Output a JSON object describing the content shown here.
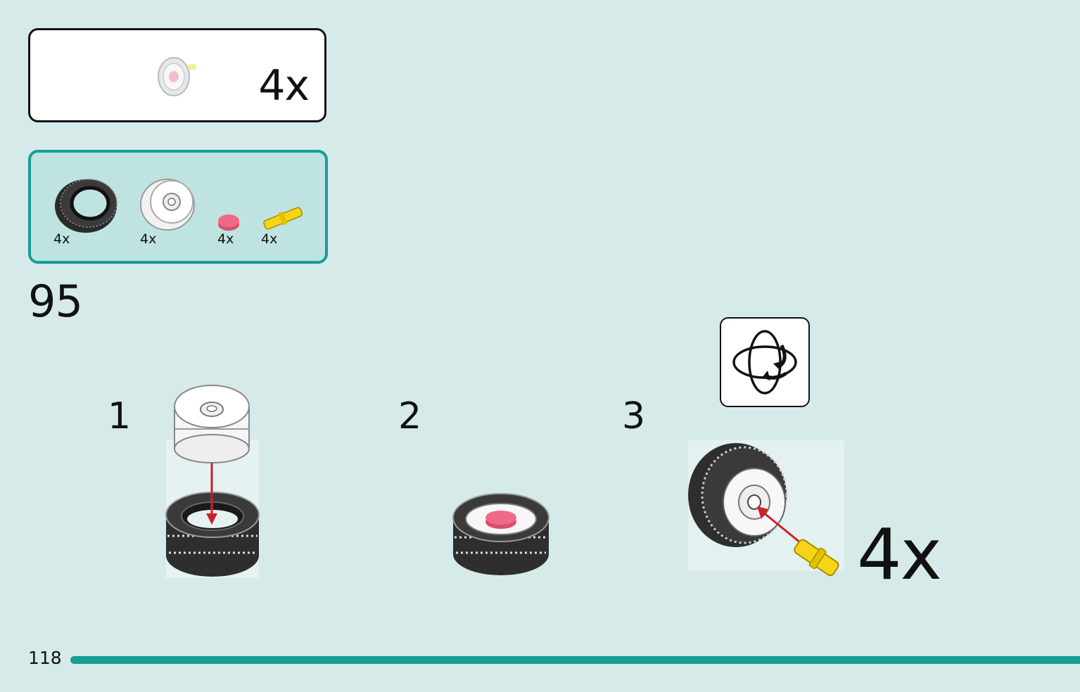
{
  "subassembly": {
    "quantity": "4x",
    "icon": "wheel-assembly-thumbnail"
  },
  "parts_list": {
    "items": [
      {
        "name": "tire-icon",
        "quantity": "4x"
      },
      {
        "name": "rim-icon",
        "quantity": "4x"
      },
      {
        "name": "round-tile-icon",
        "quantity": "4x",
        "color": "#f06a88"
      },
      {
        "name": "pin-icon",
        "quantity": "4x",
        "color": "#f5d515"
      }
    ]
  },
  "step": {
    "number": "95",
    "substeps": [
      "1",
      "2",
      "3"
    ],
    "rotate_icon": "rotate-model-icon",
    "repeat_quantity": "4x"
  },
  "footer": {
    "page_number": "118"
  },
  "colors": {
    "background": "#d6ebe9",
    "accent": "#169e95",
    "arrow": "#d0202a"
  }
}
